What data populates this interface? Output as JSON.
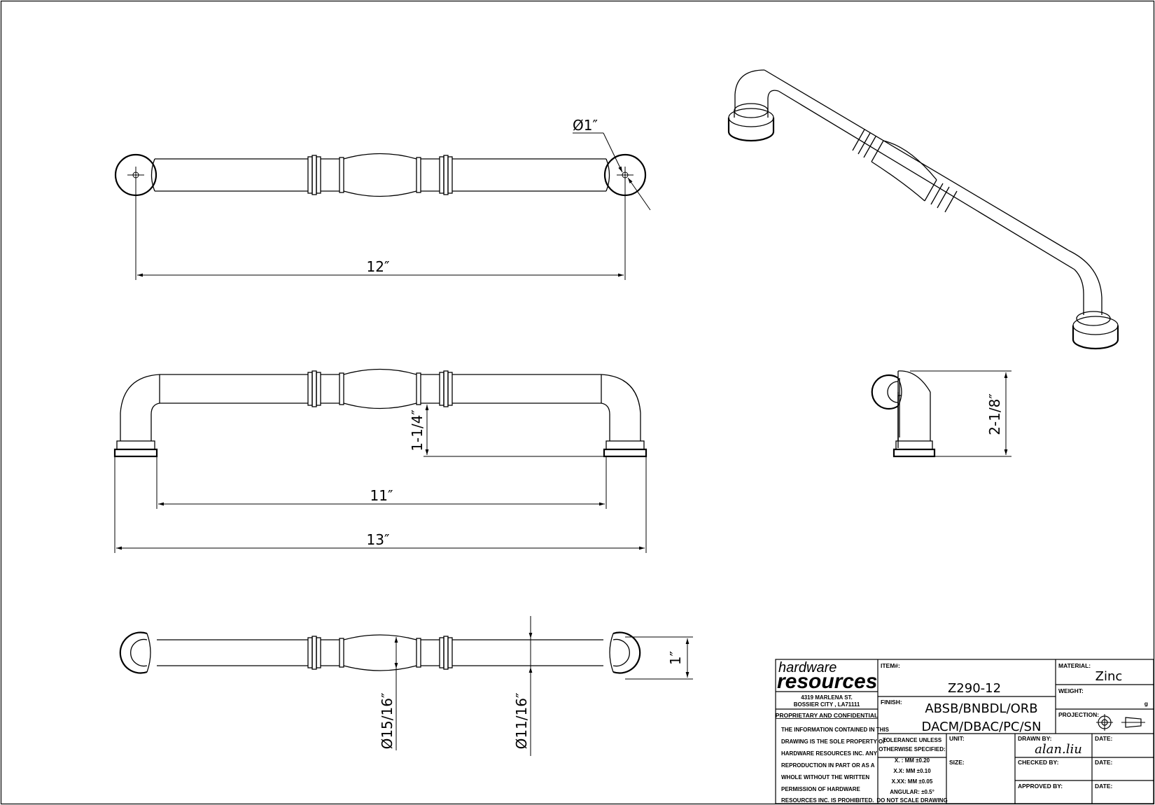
{
  "dimensions": {
    "top_length": "12″",
    "hole_dia": "Ø1″",
    "front_span": "11″",
    "front_overall": "13″",
    "projection_gap": "1-1/4″",
    "side_height": "2-1/8″",
    "bottom_height": "1″",
    "center_dia": "Ø15/16″",
    "bar_dia": "Ø11/16″"
  },
  "title_block": {
    "logo_top": "hardware",
    "logo_bottom": "resources",
    "address_line1": "4319  MARLENA  ST.",
    "address_line2": "BOSSIER  CITY  ,  LA71111",
    "proprietary_heading": "PROPRIETARY AND CONFIDENTIAL",
    "notice_lines": [
      "THE INFORMATION CONTAINED IN THIS",
      "DRAWING IS THE SOLE PROPERTY OF",
      "HARDWARE RESOURCES INC.  ANY",
      "REPRODUCTION IN PART OR AS A",
      "WHOLE  WITHOUT THE WRITTEN",
      "PERMISSION OF HARDWARE",
      "RESOURCES INC. IS PROHIBITED."
    ],
    "item_label": "ITEM#:",
    "item_value": "Z290-12",
    "finish_label": "FINISH:",
    "finish_line1": "ABSB/BNBDL/ORB",
    "finish_line2": "DACM/DBAC/PC/SN",
    "material_label": "MATERIAL:",
    "material_value": "Zinc",
    "weight_label": "WEIGHT:",
    "weight_unit": "g",
    "projection_label": "PROJECTION:",
    "tolerance_lines": [
      "TOLERANCE UNLESS",
      "OTHERWISE SPECIFIED:",
      "X. :  MM     ±0.20",
      "X.X:  MM     ±0.10",
      "X.XX:  MM    ±0.05",
      "ANGULAR:     ±0.5°",
      "DO NOT SCALE DRAWING"
    ],
    "unit_label": "UNIT:",
    "size_label": "SIZE:",
    "drawn_by_label": "DRAWN BY:",
    "drawn_by_value": "alan.liu",
    "checked_by_label": "CHECKED BY:",
    "approved_by_label": "APPROVED BY:",
    "date_label_1": "DATE:",
    "date_label_2": "DATE:",
    "date_label_3": "DATE:"
  }
}
